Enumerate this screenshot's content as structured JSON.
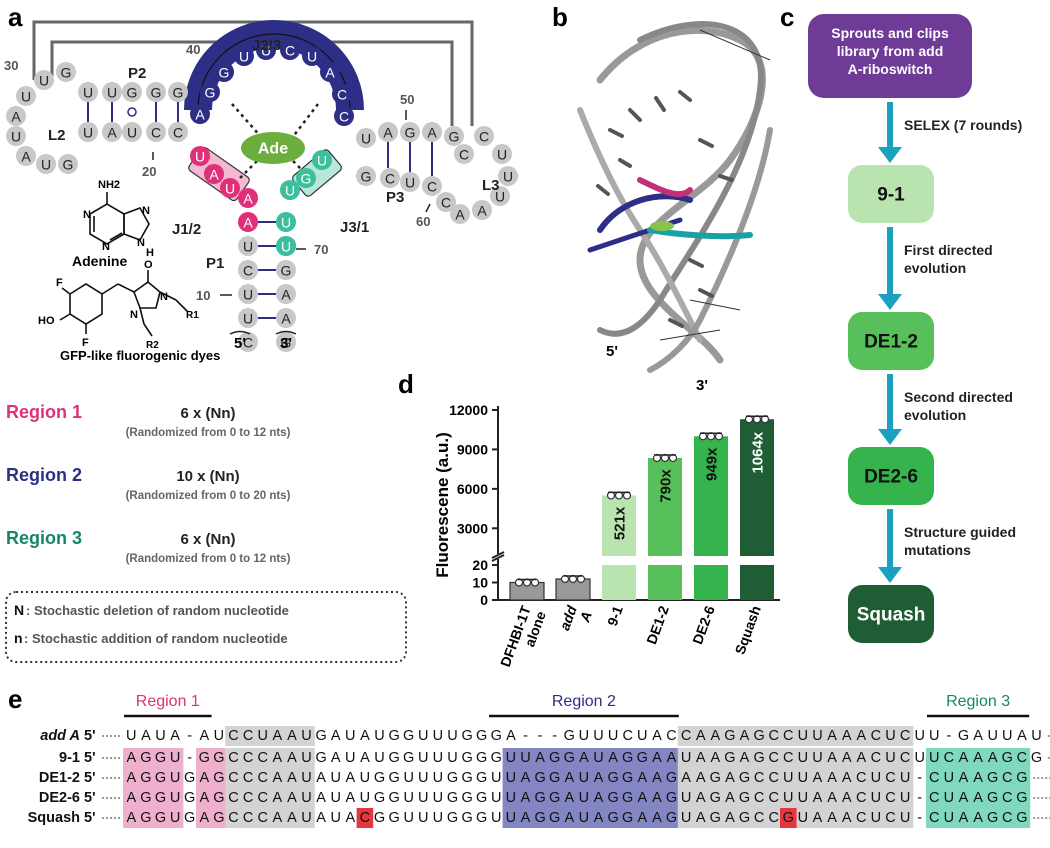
{
  "panels": {
    "a": "a",
    "b": "b",
    "c": "c",
    "d": "d",
    "e": "e"
  },
  "panel_a": {
    "labels": {
      "L2": "L2",
      "P2": "P2",
      "J23": "J2/3",
      "J12": "J1/2",
      "J31": "J3/1",
      "P3": "P3",
      "L3": "L3",
      "P1": "P1",
      "ade": "Ade"
    },
    "numbers": {
      "n30": "30",
      "n40": "40",
      "n50": "50",
      "n60": "60",
      "n20": "20",
      "n70": "70",
      "n10": "10"
    },
    "ends": {
      "five": "5'",
      "three": "3'"
    },
    "adenine_label": "Adenine",
    "adenine_nh2": "NH2",
    "adenine_n": "N",
    "adenine_h": "H",
    "dye_label": "GFP-like fluorogenic dyes",
    "dye_atoms": {
      "F": "F",
      "HO": "HO",
      "O": "O",
      "N": "N",
      "R1": "R1",
      "R2": "R2"
    }
  },
  "regions": [
    {
      "name": "Region 1",
      "value": "6 x (Nn)",
      "sub": "(Randomized from 0 to 12 nts)",
      "color": "#e0307a"
    },
    {
      "name": "Region 2",
      "value": "10 x (Nn)",
      "sub": "(Randomized from 0 to 20 nts)",
      "color": "#2d2f86"
    },
    {
      "name": "Region 3",
      "value": "6 x (Nn)",
      "sub": "(Randomized from 0 to 12 nts)",
      "color": "#17856a"
    }
  ],
  "legend": {
    "N_key": "N",
    "N_text": ": Stochastic deletion of random nucleotide",
    "n_key": "n",
    "n_text": ": Stochastic addition of random nucleotide"
  },
  "panel_b": {
    "five": "5'",
    "three": "3'"
  },
  "flow": {
    "start": "Sprouts and clips library from add A-riboswitch",
    "steps": [
      {
        "arrow": "SELEX (7 rounds)",
        "node": "9-1",
        "color": "#b9e4b0",
        "text_color": "#111111"
      },
      {
        "arrow": "First directed evolution",
        "node": "DE1-2",
        "color": "#57c05a",
        "text_color": "#111111"
      },
      {
        "arrow": "Second directed evolution",
        "node": "DE2-6",
        "color": "#35b34d",
        "text_color": "#111111"
      },
      {
        "arrow": "Structure guided mutations",
        "node": "Squash",
        "color": "#1f5e35",
        "text_color": "#ffffff"
      }
    ],
    "start_color": "#6e3b96",
    "arrow_color": "#1aa1bf"
  },
  "chart_data": {
    "type": "bar",
    "ylabel": "Fluorescene (a.u.)",
    "categories": [
      "DFHBI-1T alone",
      "add A",
      "9-1",
      "DE1-2",
      "DE2-6",
      "Squash"
    ],
    "values": [
      10,
      12,
      5500,
      8350,
      10000,
      11300
    ],
    "fold_labels": [
      "",
      "",
      "521x",
      "790x",
      "949x",
      "1064x"
    ],
    "colors": [
      "#999999",
      "#999999",
      "#b9e4b0",
      "#57c05a",
      "#35b34d",
      "#1f5e35"
    ],
    "y_ticks_upper": [
      "3000",
      "6000",
      "9000",
      "12000"
    ],
    "y_ticks_lower": [
      "0",
      "10",
      "20"
    ],
    "ylim_upper": [
      1500,
      12000
    ],
    "ylim_lower": [
      0,
      20
    ],
    "broken_axis": true
  },
  "panel_e": {
    "region_labels": [
      "Region 1",
      "Region 2",
      "Region 3"
    ],
    "rows": [
      {
        "name": "add A",
        "seq": "UAUA-AUCCUAAUGAUAUGGUUUGGGA---GUUUCUACCAAGAGCCUUAAACUCUU-GAUUAU"
      },
      {
        "name": "9-1",
        "seq": "AGGU-GGCCCAAUGAUAUGGUUUGGGUUAGGAUAGGAAUAAGAGCCUUAAACUCUUCAAAGCG"
      },
      {
        "name": "DE1-2",
        "seq": "AGGUGAGCCCAAUAUAUGGUUUGGGUUAGGAUAGGAAGAAGAGCCUUAAACUCU-CUAAGCG"
      },
      {
        "name": "DE2-6",
        "seq": "AGGUGAGCCCAAUAUAUGGUUUGGGUUAGGAUAGGAAGUAGAGCCUUAAACUCU-CUAAGCG"
      },
      {
        "name": "Squash",
        "seq": "AGGUGAGCCCAAUAUACGGUUUGGGUUAGGAUAGGAAGUAGAGCCGUAAACUCU-CUAAGCG"
      }
    ],
    "five": "5'",
    "three": "3'"
  }
}
